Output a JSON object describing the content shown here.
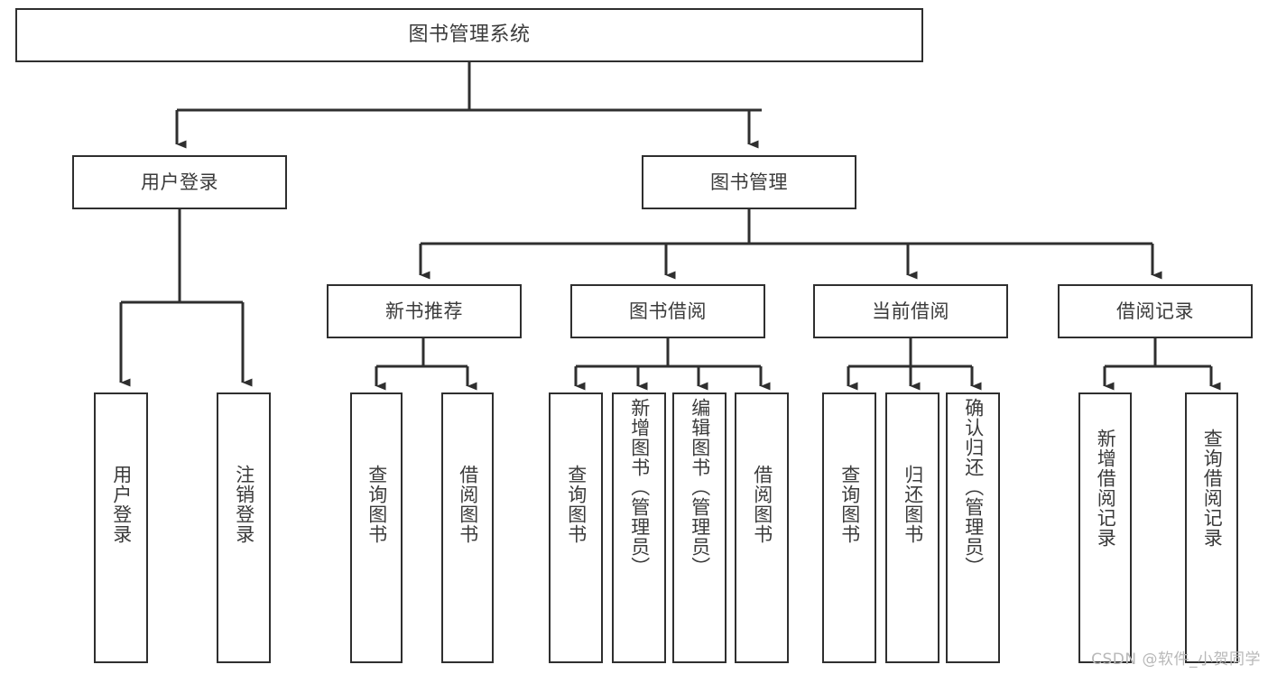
{
  "diagram": {
    "title": "图书管理系统",
    "type": "hierarchy-tree",
    "watermark": "CSDN @软件_小贺同学",
    "colors": {
      "stroke": "#2f2f2f",
      "text": "#3b3b3b",
      "background": "#ffffff",
      "watermark": "#b8b8b8"
    },
    "levels": {
      "root": "图书管理系统",
      "level1": [
        "用户登录",
        "图书管理"
      ],
      "level2": [
        "新书推荐",
        "图书借阅",
        "当前借阅",
        "借阅记录"
      ],
      "level3": [
        "用户登录",
        "注销登录",
        "查询图书",
        "借阅图书",
        "查询图书",
        "新增图书（管理员）",
        "编辑图书（管理员）",
        "借阅图书",
        "查询图书",
        "归还图书",
        "确认归还（管理员）",
        "新增借阅记录",
        "查询借阅记录"
      ]
    },
    "nodes": {
      "root": {
        "label": "图书管理系统"
      },
      "user_login": {
        "label": "用户登录"
      },
      "book_manage": {
        "label": "图书管理"
      },
      "new_book_rec": {
        "label": "新书推荐"
      },
      "book_borrow": {
        "label": "图书借阅"
      },
      "current_borrow": {
        "label": "当前借阅"
      },
      "borrow_record": {
        "label": "借阅记录"
      },
      "leaf_user_login": {
        "label": "用户登录"
      },
      "leaf_logout": {
        "label": "注销登录"
      },
      "leaf_query_book_1": {
        "label": "查询图书"
      },
      "leaf_borrow_book_1": {
        "label": "借阅图书"
      },
      "leaf_query_book_2": {
        "label": "查询图书"
      },
      "leaf_add_book": {
        "label": "新增图书（管理员）"
      },
      "leaf_edit_book": {
        "label": "编辑图书（管理员）"
      },
      "leaf_borrow_book_2": {
        "label": "借阅图书"
      },
      "leaf_query_book_3": {
        "label": "查询图书"
      },
      "leaf_return_book": {
        "label": "归还图书"
      },
      "leaf_confirm_return": {
        "label": "确认归还（管理员）"
      },
      "leaf_add_record": {
        "label": "新增借阅记录"
      },
      "leaf_query_record": {
        "label": "查询借阅记录"
      }
    },
    "edges": [
      {
        "from": "root",
        "to": "user_login"
      },
      {
        "from": "root",
        "to": "book_manage"
      },
      {
        "from": "user_login",
        "to": "leaf_user_login"
      },
      {
        "from": "user_login",
        "to": "leaf_logout"
      },
      {
        "from": "book_manage",
        "to": "new_book_rec"
      },
      {
        "from": "book_manage",
        "to": "book_borrow"
      },
      {
        "from": "book_manage",
        "to": "current_borrow"
      },
      {
        "from": "book_manage",
        "to": "borrow_record"
      },
      {
        "from": "new_book_rec",
        "to": "leaf_query_book_1"
      },
      {
        "from": "new_book_rec",
        "to": "leaf_borrow_book_1"
      },
      {
        "from": "book_borrow",
        "to": "leaf_query_book_2"
      },
      {
        "from": "book_borrow",
        "to": "leaf_add_book"
      },
      {
        "from": "book_borrow",
        "to": "leaf_edit_book"
      },
      {
        "from": "book_borrow",
        "to": "leaf_borrow_book_2"
      },
      {
        "from": "current_borrow",
        "to": "leaf_query_book_3"
      },
      {
        "from": "current_borrow",
        "to": "leaf_return_book"
      },
      {
        "from": "current_borrow",
        "to": "leaf_confirm_return"
      },
      {
        "from": "borrow_record",
        "to": "leaf_add_record"
      },
      {
        "from": "borrow_record",
        "to": "leaf_query_record"
      }
    ]
  }
}
